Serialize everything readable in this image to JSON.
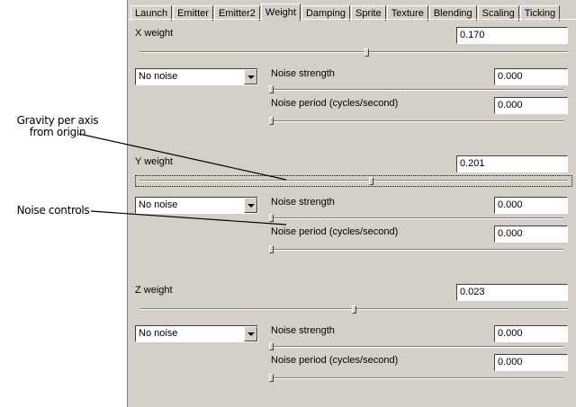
{
  "tabs": [
    "Launch",
    "Emitter",
    "Emitter2",
    "Weight",
    "Damping",
    "Sprite",
    "Texture",
    "Blending",
    "Scaling",
    "Ticking"
  ],
  "active_tab": "Weight",
  "axes": [
    {
      "weight_label": "X weight",
      "weight_value": "0.170",
      "weight_level": 0.53,
      "noise_mode": "No noise",
      "strength_label": "Noise strength",
      "strength_value": "0.000",
      "period_label": "Noise period (cycles/second)",
      "period_value": "0.000"
    },
    {
      "weight_label": "Y weight",
      "weight_value": "0.201",
      "weight_level": 0.54,
      "noise_mode": "No noise",
      "strength_label": "Noise strength",
      "strength_value": "0.000",
      "period_label": "Noise period (cycles/second)",
      "period_value": "0.000"
    },
    {
      "weight_label": "Z weight",
      "weight_value": "0.023",
      "weight_level": 0.5,
      "noise_mode": "No noise",
      "strength_label": "Noise strength",
      "strength_value": "0.000",
      "period_label": "Noise period (cycles/second)",
      "period_value": "0.000"
    }
  ],
  "callouts": {
    "gravity_line1": "Gravity per axis",
    "gravity_line2": "from origin",
    "noise": "Noise controls"
  }
}
